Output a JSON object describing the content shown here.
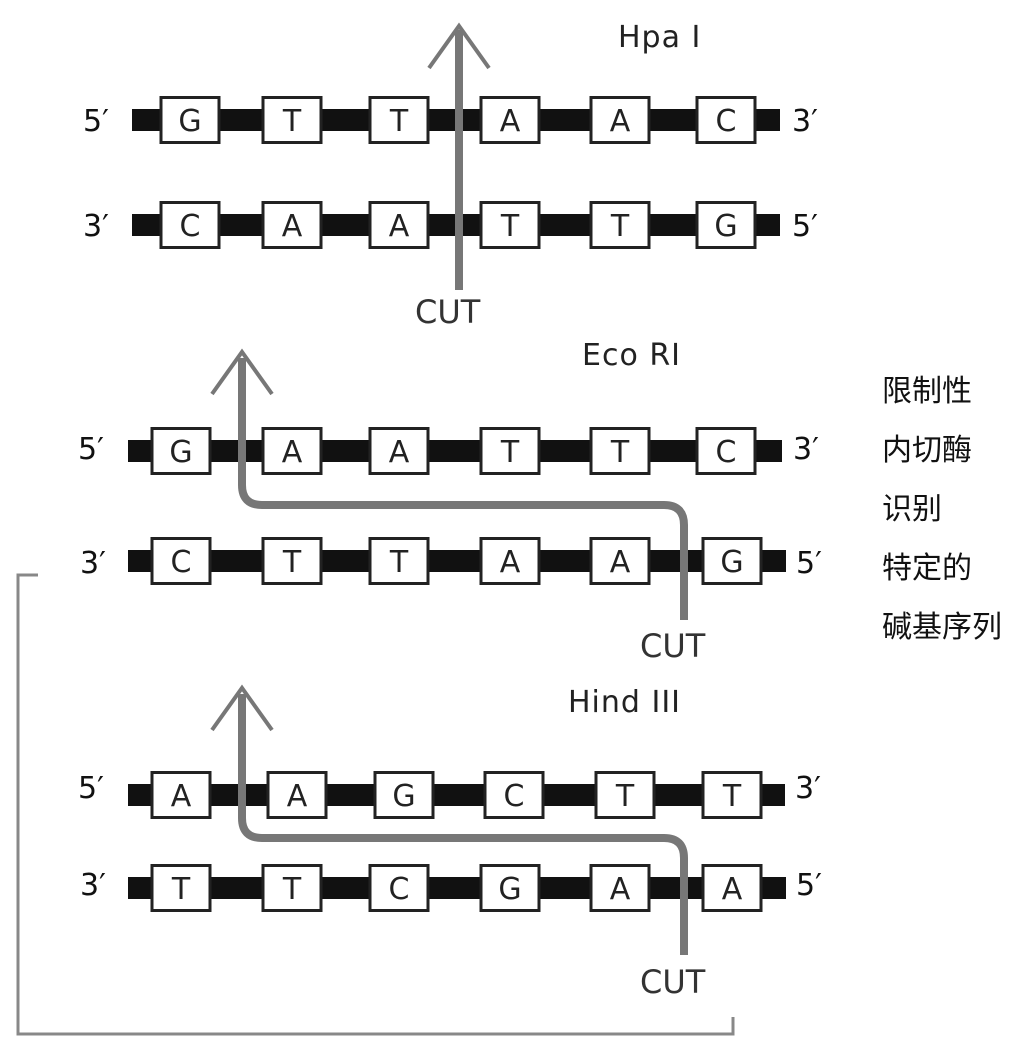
{
  "sections": [
    {
      "enzyme": "Hpa I",
      "top_strand": {
        "left_end": "5′",
        "right_end": "3′",
        "bases": [
          "G",
          "T",
          "T",
          "A",
          "A",
          "C"
        ]
      },
      "bottom_strand": {
        "left_end": "3′",
        "right_end": "5′",
        "bases": [
          "C",
          "A",
          "A",
          "T",
          "T",
          "G"
        ]
      },
      "cut_label": "CUT",
      "cut_type": "blunt"
    },
    {
      "enzyme": "Eco RI",
      "top_strand": {
        "left_end": "5′",
        "right_end": "3′",
        "bases": [
          "G",
          "A",
          "A",
          "T",
          "T",
          "C"
        ]
      },
      "bottom_strand": {
        "left_end": "3′",
        "right_end": "5′",
        "bases": [
          "C",
          "T",
          "T",
          "A",
          "A",
          "G"
        ]
      },
      "cut_label": "CUT",
      "cut_type": "staggered"
    },
    {
      "enzyme": "Hind III",
      "top_strand": {
        "left_end": "5′",
        "right_end": "3′",
        "bases": [
          "A",
          "A",
          "G",
          "C",
          "T",
          "T"
        ]
      },
      "bottom_strand": {
        "left_end": "3′",
        "right_end": "5′",
        "bases": [
          "T",
          "T",
          "C",
          "G",
          "A",
          "A"
        ]
      },
      "cut_label": "CUT",
      "cut_type": "staggered"
    }
  ],
  "side_note": [
    "限制性",
    "内切酶",
    "识别",
    "特定的",
    "碱基序列"
  ],
  "colors": {
    "arrow": "#777777",
    "backbone": "#111111",
    "box_border": "#222222",
    "bracket": "#888888"
  }
}
